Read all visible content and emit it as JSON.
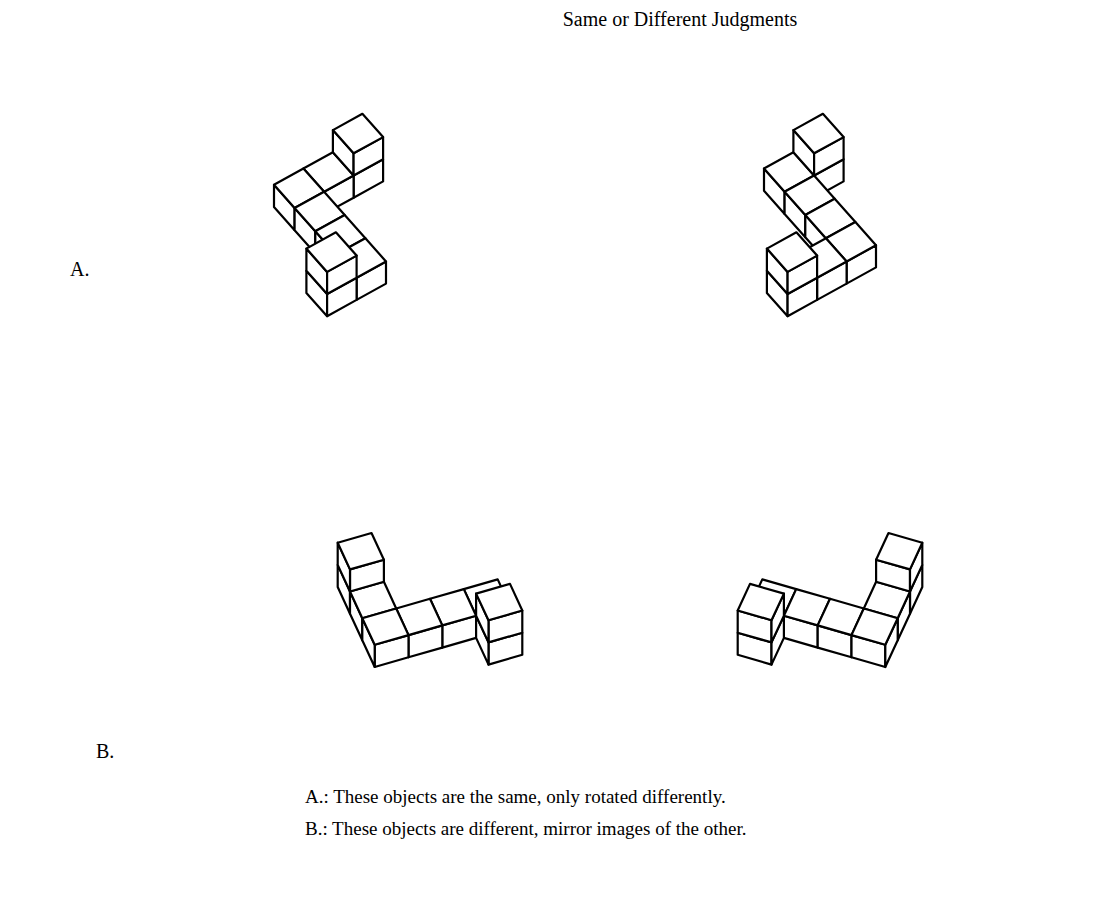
{
  "diagram": {
    "title": "Same or Different Judgments",
    "labels": [
      "A.",
      "B.",
      "A.: These objects are the same, only rotated differently.",
      "B.: These objects are different, mirror images of the other."
    ]
  }
}
